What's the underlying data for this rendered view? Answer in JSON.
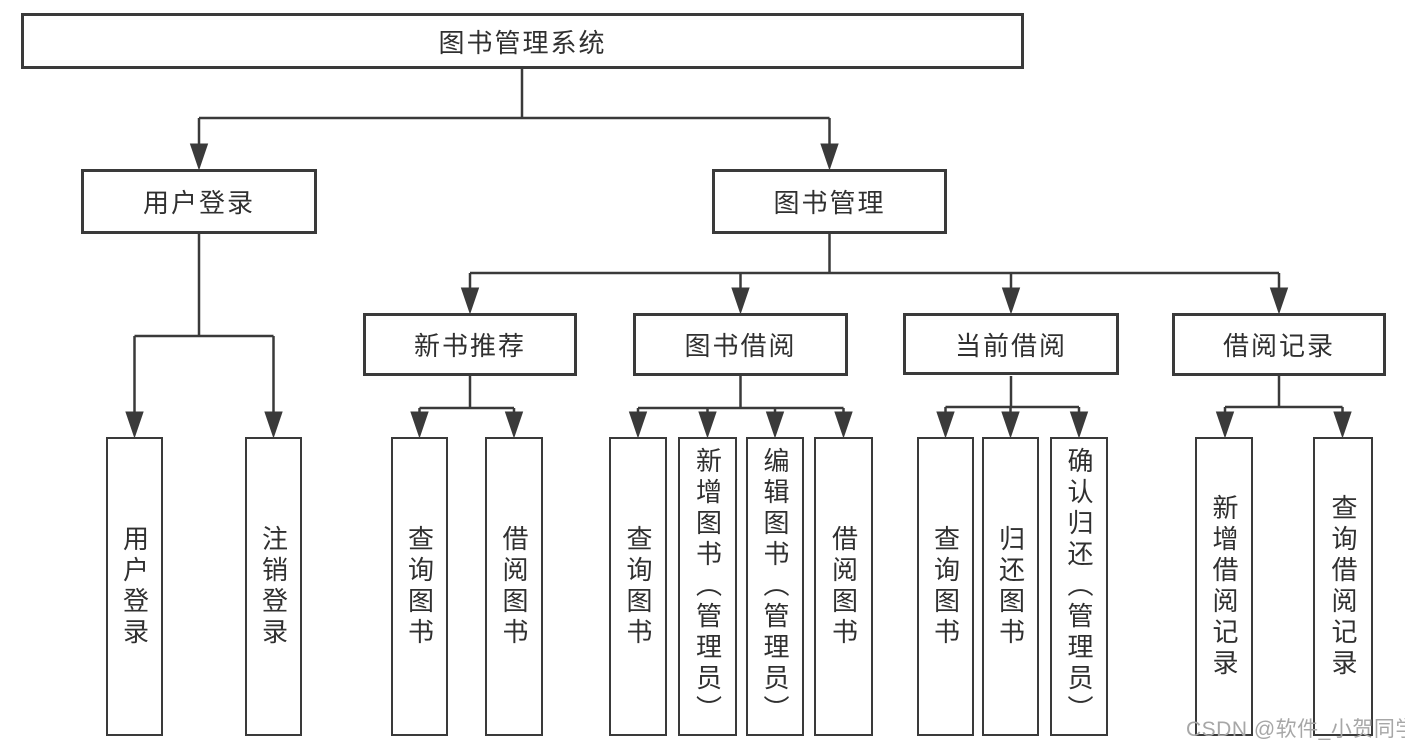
{
  "diagram": {
    "root": "图书管理系统",
    "branches": [
      {
        "label": "用户登录",
        "children": [
          "用户登录",
          "注销登录"
        ]
      },
      {
        "label": "图书管理",
        "sections": [
          {
            "label": "新书推荐",
            "children": [
              "查询图书",
              "借阅图书"
            ]
          },
          {
            "label": "图书借阅",
            "children": [
              "查询图书",
              "新增图书（管理员）",
              "编辑图书（管理员）",
              "借阅图书"
            ]
          },
          {
            "label": "当前借阅",
            "children": [
              "查询图书",
              "归还图书",
              "确认归还（管理员）"
            ]
          },
          {
            "label": "借阅记录",
            "children": [
              "新增借阅记录",
              "查询借阅记录"
            ]
          }
        ]
      }
    ]
  },
  "watermark": "CSDN @软件_小贺同学",
  "colors": {
    "line": "#3a3a3a",
    "text": "#303030",
    "watermark": "#a7a7a7"
  }
}
